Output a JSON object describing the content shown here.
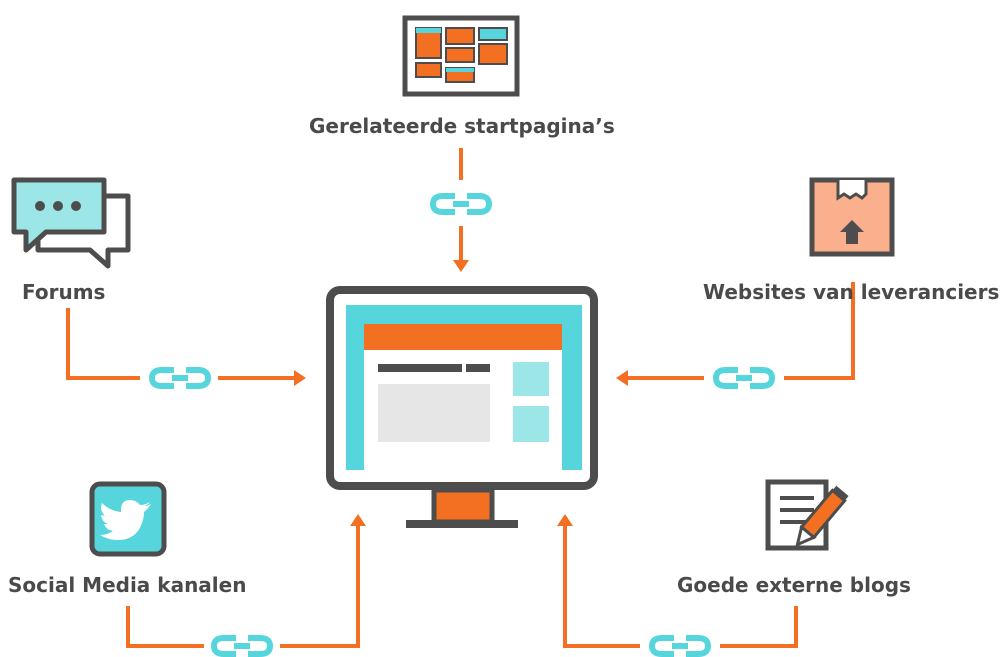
{
  "nodes": {
    "top": {
      "label": "Gerelateerde startpagina’s",
      "icon": "dashboard-layout-icon"
    },
    "left": {
      "label": "Forums",
      "icon": "chat-bubbles-icon"
    },
    "right": {
      "label": "Websites van leveranciers",
      "icon": "package-box-icon"
    },
    "bottom_left": {
      "label": "Social Media kanalen",
      "icon": "twitter-bird-icon"
    },
    "bottom_right": {
      "label": "Goede externe blogs",
      "icon": "document-pencil-icon"
    }
  },
  "center": {
    "icon": "website-monitor-icon"
  },
  "colors": {
    "orange": "#f36f21",
    "teal": "#56d6dc",
    "light_teal": "#9ce6e8",
    "dark_gray": "#4d4d4d",
    "light_gray": "#e6e6e6",
    "peach": "#fbb08d"
  }
}
